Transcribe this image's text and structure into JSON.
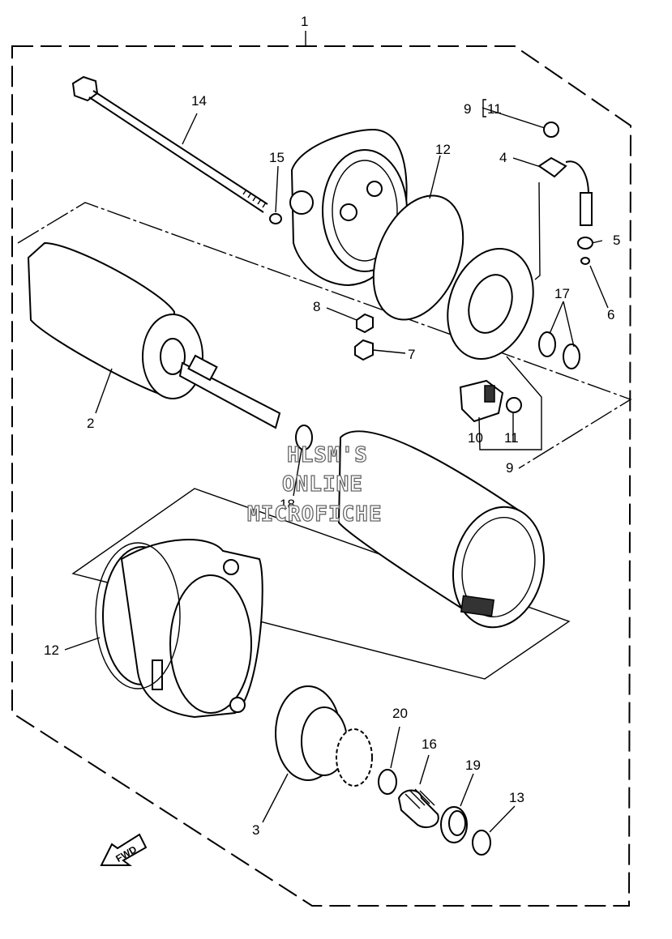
{
  "callouts": {
    "c1": "1",
    "c2": "2",
    "c3": "3",
    "c4": "4",
    "c5": "5",
    "c6": "6",
    "c7": "7",
    "c8": "8",
    "c9_top": "9",
    "c9_bottom": "9",
    "c10": "10",
    "c11_top": "11",
    "c11_bottom": "11",
    "c12_top": "12",
    "c12_left": "12",
    "c13": "13",
    "c14": "14",
    "c15": "15",
    "c16": "16",
    "c17": "17",
    "c18": "18",
    "c19": "19",
    "c20": "20"
  },
  "watermark": {
    "line1": "HLSM'S",
    "line2": "ONLINE",
    "line3": "MICROFICHE"
  },
  "fwd_badge": "FWD"
}
